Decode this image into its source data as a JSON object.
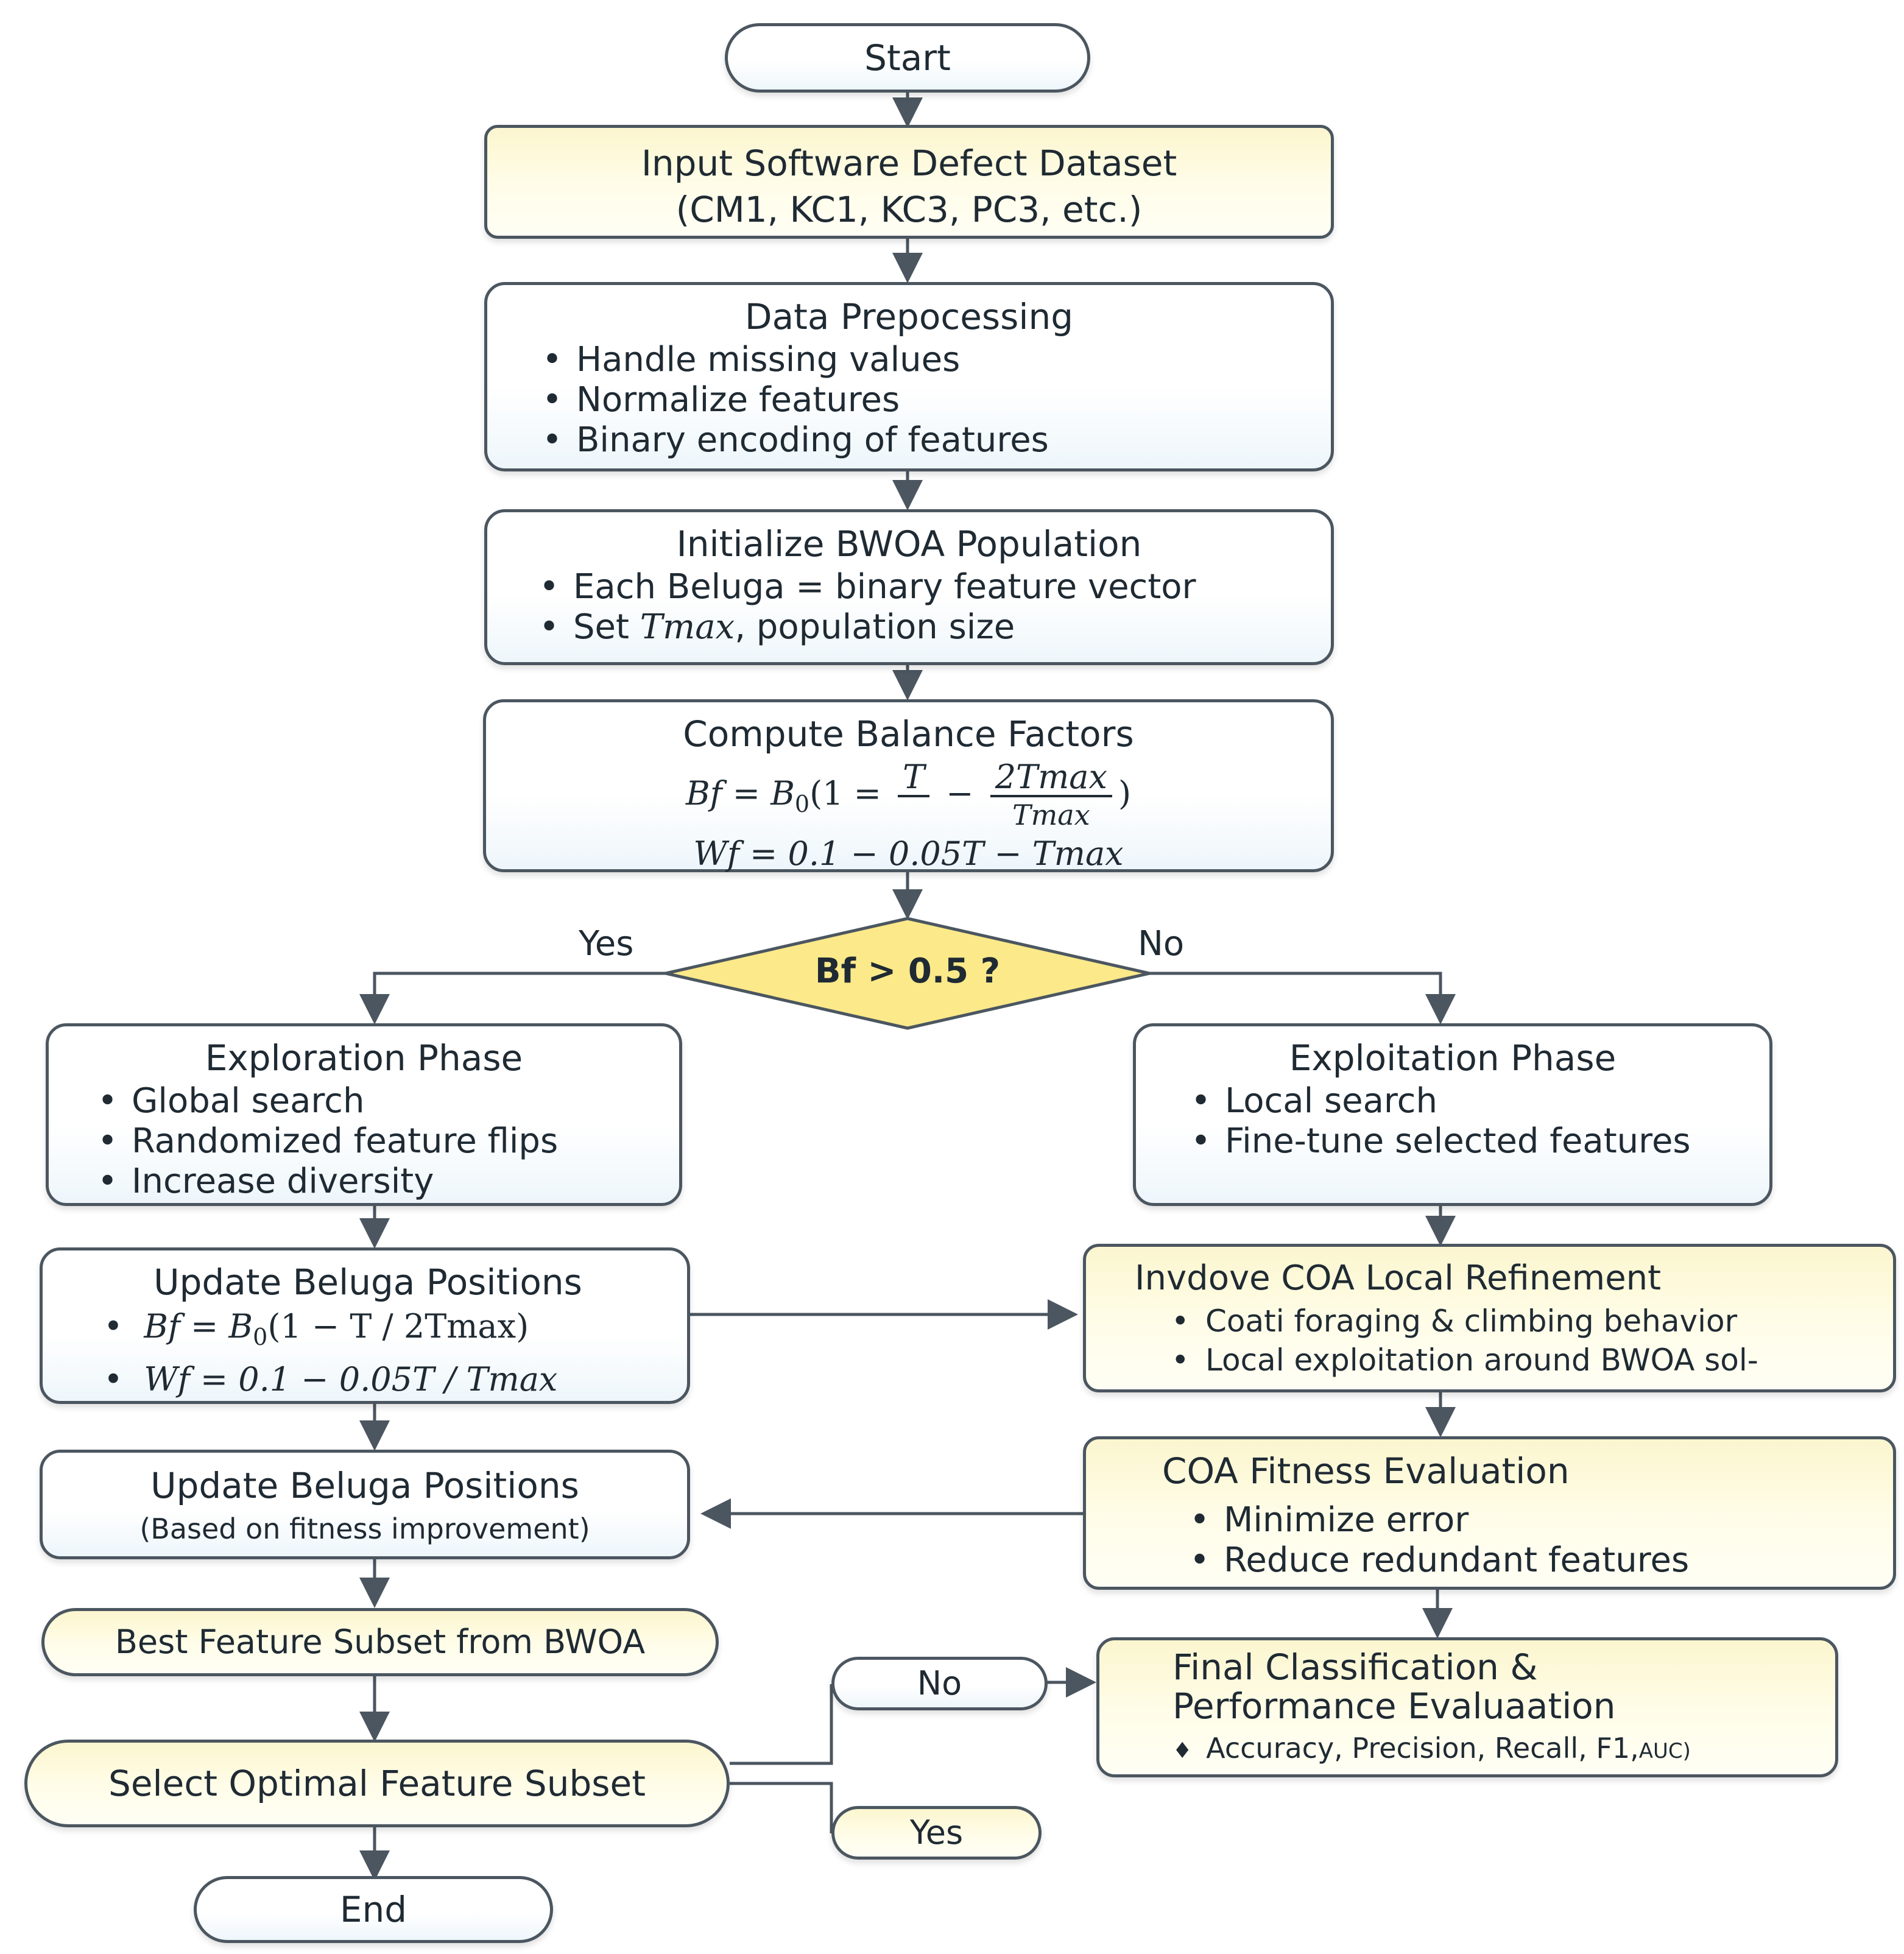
{
  "colors": {
    "border": "#4b5660",
    "yellow_fill": "#fbf6cf",
    "blue_tint": "#eef6fb",
    "diamond_fill": "#fbe98a",
    "text": "#1f2a33"
  },
  "start": "Start",
  "input": {
    "title": "Input Software Defect Dataset",
    "subtitle": "(CM1, KC1, KC3, PC3, etc.)"
  },
  "preprocessing": {
    "title": "Data Prepocessing",
    "items": [
      "Handle missing values",
      "Normalize features",
      "Binary encoding of features"
    ]
  },
  "initialize": {
    "title": "Initialize BWOA Population",
    "item1": "Each Beluga = binary feature vector",
    "item2_pre": "Set ",
    "item2_var": "Tmax",
    "item2_post": ", population size"
  },
  "balance": {
    "title": "Compute Balance Factors",
    "eq1_lhs": "Bf = B",
    "eq1_sub": "0",
    "eq1_open": "(1 = ",
    "eq1_frac1_num": "T",
    "eq1_frac1_den": "",
    "eq1_minus": " − ",
    "eq1_frac2_num": "2Tmax",
    "eq1_frac2_den": "Tmax",
    "eq1_close": ")",
    "eq2": "Wf = 0.1 − 0.05T − Tmax"
  },
  "decision": {
    "text": "Bf > 0.5 ?",
    "yes": "Yes",
    "no": "No"
  },
  "exploration": {
    "title": "Exploration Phase",
    "items": [
      "Global search",
      "Randomized feature flips",
      "Increase diversity"
    ]
  },
  "exploitation": {
    "title": "Exploitation Phase",
    "items": [
      "Local search",
      "Fine-tune selected features"
    ]
  },
  "update1": {
    "title": "Update Beluga  Positions",
    "eq1_pre": "Bf = B",
    "eq1_sub": "0",
    "eq1_post": "(1 − T / 2Tmax)",
    "eq2": "Wf = 0.1 − 0.05T / Tmax"
  },
  "coa_refine": {
    "title": "Invdove COA Local Refinement",
    "items": [
      "Coati foraging & climbing behavior",
      "Local exploitation around BWOA sol-"
    ]
  },
  "update2": {
    "title": "Update Beluga Positions",
    "subtitle": "(Based on fitness improvement)"
  },
  "coa_fitness": {
    "title": "COA Fitness Evaluation",
    "items": [
      "Minimize error",
      "Reduce redundant features"
    ]
  },
  "best_subset": "Best Feature Subset from BWOA",
  "final": {
    "title1": "Final Classification &",
    "title2": "Performance Evaluaation",
    "item_main": "Accuracy, Precision, Recall, F1,",
    "item_small": "AUC)"
  },
  "select_optimal": "Select Optimal Feature Subset",
  "branch_no": "No",
  "branch_yes": "Yes",
  "end": "End"
}
